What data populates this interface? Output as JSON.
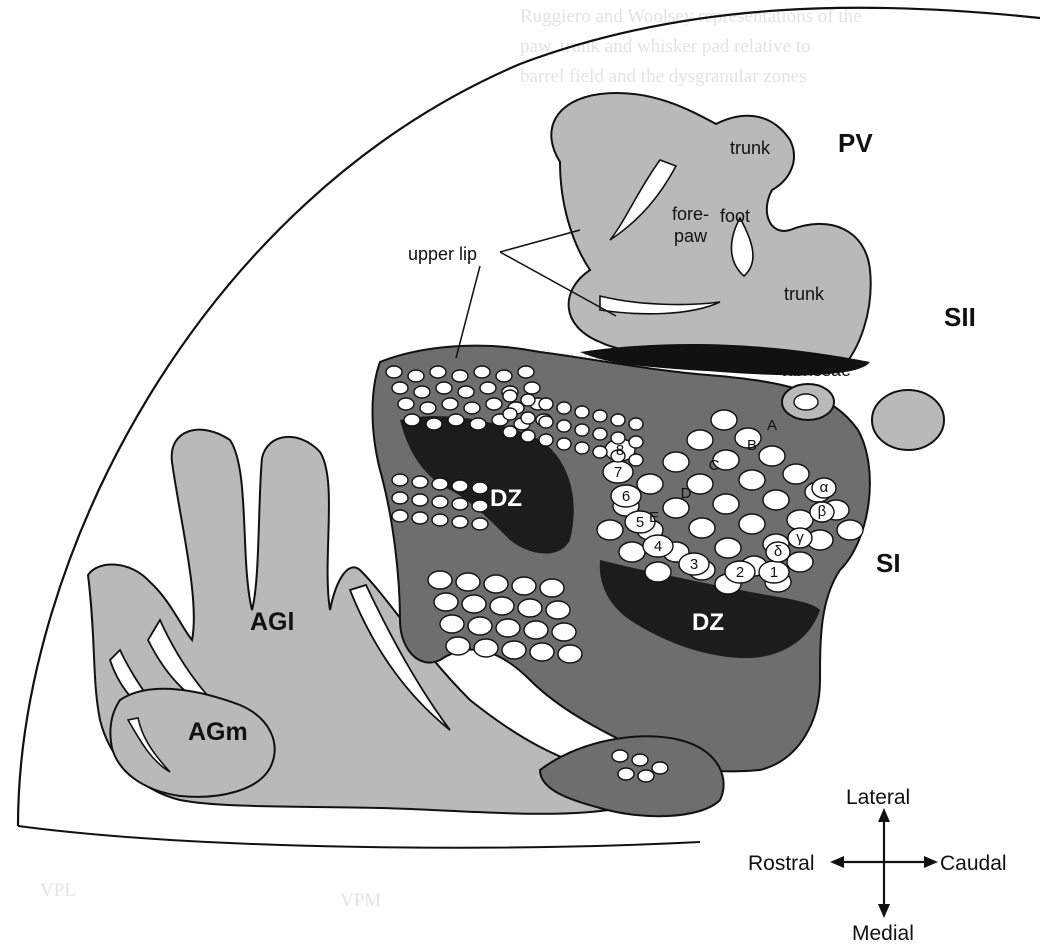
{
  "figure": {
    "areas": {
      "pv": "PV",
      "sii": "SII",
      "si": "SI",
      "agl": "AGl",
      "agm": "AGm",
      "dz_upper": "DZ",
      "dz_lower": "DZ"
    },
    "body_parts": {
      "trunk_pv": "trunk",
      "trunk_sii": "trunk",
      "forepaw_1": "fore-",
      "forepaw_2": "paw",
      "foot": "foot",
      "upper_lip": "upper lip",
      "vibrissae": "vibrissae"
    },
    "barrel_rows": {
      "A": "A",
      "B": "B",
      "C": "C",
      "D": "D",
      "E": "E"
    },
    "barrel_arcs": {
      "n1": "1",
      "n2": "2",
      "n3": "3",
      "n4": "4",
      "n5": "5",
      "n6": "6",
      "n7": "7",
      "n8": "8"
    },
    "straddlers": {
      "alpha": "α",
      "beta": "β",
      "gamma": "γ",
      "delta": "δ"
    },
    "compass": {
      "lateral": "Lateral",
      "medial": "Medial",
      "rostral": "Rostral",
      "caudal": "Caudal"
    }
  },
  "colors": {
    "light_region": "#b9b9b9",
    "mid_region": "#6e6e6e",
    "dark_region": "#1c1c1c",
    "outline": "#111111",
    "barrel_fill": "#ffffff"
  }
}
